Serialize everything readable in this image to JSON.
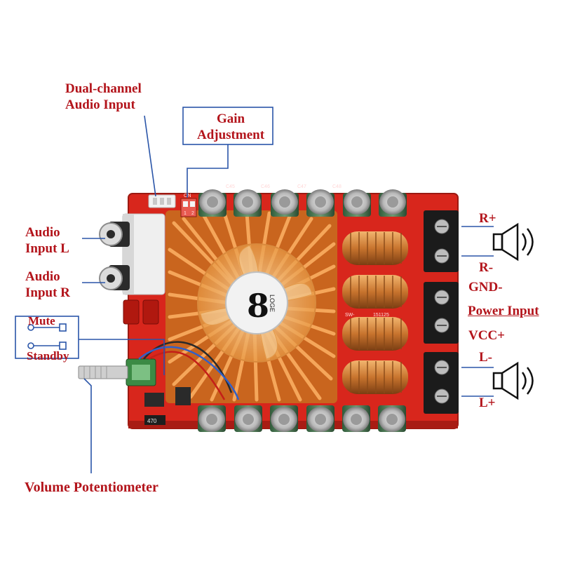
{
  "labels": {
    "dual_channel_input": [
      "Dual-channel",
      "Audio Input"
    ],
    "gain_adjustment": [
      "Gain",
      "Adjustment"
    ],
    "audio_input_l": [
      "Audio",
      "Input L"
    ],
    "audio_input_r": [
      "Audio",
      "Input R"
    ],
    "mute": "Mute",
    "standby": "Standby",
    "volume_potentiometer": "Volume Potentiometer",
    "r_plus": "R+",
    "r_minus": "R-",
    "gnd_minus": "GND-",
    "power_input": "Power Input",
    "vcc_plus": "VCC+",
    "l_minus": "L-",
    "l_plus": "L+"
  },
  "board_markings": {
    "switch_on": "ON",
    "switch_numbers": [
      "1",
      "2"
    ],
    "fan_brand": "LOGE",
    "smd_code": "470",
    "chip_text": "SW-",
    "chip_date": "151125",
    "cap_codes": [
      "C45",
      "C46",
      "C47",
      "C48"
    ]
  },
  "colors": {
    "label_red": "#b3141b",
    "callout_blue": "#2a55a8",
    "board_red": "#d8261c",
    "heatsink_orange": "#e88a2e",
    "coil_copper": "#c8742e",
    "terminal_black": "#1b1b1b"
  }
}
